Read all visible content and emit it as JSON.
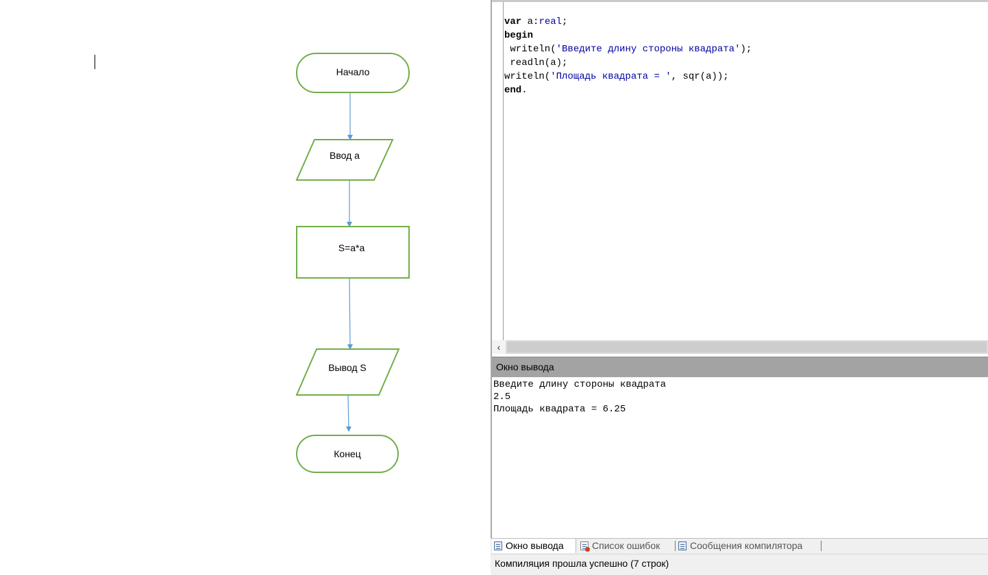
{
  "flowchart": {
    "start_label": "Начало",
    "input_label": "Ввод а",
    "process_label": "S=a*a",
    "output_label": "Вывод S",
    "end_label": "Конец",
    "stroke_color": "#70ad47",
    "arrow_color": "#5b9bd5"
  },
  "editor": {
    "lines": [
      [
        {
          "t": "var",
          "c": "kw"
        },
        {
          "t": " a:",
          "c": ""
        },
        {
          "t": "real",
          "c": "typ"
        },
        {
          "t": ";",
          "c": ""
        }
      ],
      [
        {
          "t": "begin",
          "c": "kw"
        }
      ],
      [
        {
          "t": " writeln(",
          "c": ""
        },
        {
          "t": "'Введите длину стороны квадрата'",
          "c": "str"
        },
        {
          "t": ");",
          "c": ""
        }
      ],
      [
        {
          "t": " readln(a);",
          "c": ""
        }
      ],
      [
        {
          "t": "writeln(",
          "c": ""
        },
        {
          "t": "'Площадь квадрата = '",
          "c": "str"
        },
        {
          "t": ", sqr(a));",
          "c": ""
        }
      ],
      [
        {
          "t": "end",
          "c": "kw"
        },
        {
          "t": ".",
          "c": ""
        }
      ]
    ],
    "scroll_left_icon": "‹"
  },
  "output": {
    "title": "Окно вывода",
    "lines": [
      "Введите длину стороны квадрата",
      "2.5",
      "Площадь квадрата = 6.25"
    ]
  },
  "bottom_tabs": {
    "output_tab": "Окно вывода",
    "errors_tab": "Список ошибок",
    "compiler_tab": "Сообщения компилятора"
  },
  "status": {
    "text": "Компиляция прошла успешно (7 строк)"
  }
}
